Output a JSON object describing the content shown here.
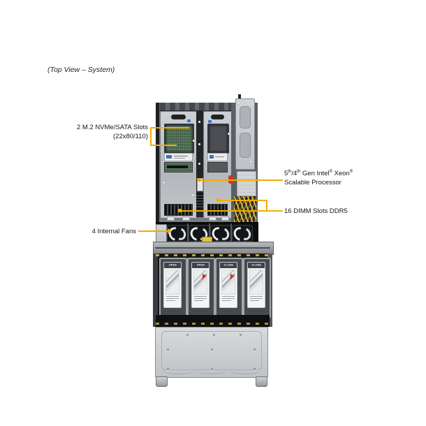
{
  "caption": "(Top View – System)",
  "accent_color": "#EFAE00",
  "labels": {
    "m2_line1": "2 M.2 NVMe/SATA Slots",
    "m2_line2": "(22x80/110)",
    "processor_line1_segments": [
      {
        "text": "5"
      },
      {
        "text": "th",
        "sup": true
      },
      {
        "text": "/4"
      },
      {
        "text": "th",
        "sup": true
      },
      {
        "text": " Gen Intel"
      },
      {
        "text": "®",
        "sup": true
      },
      {
        "text": " Xeon"
      },
      {
        "text": "®",
        "sup": true
      }
    ],
    "processor_line2": "Scalable Processor",
    "dimm": "16 DIMM Slots DDR5",
    "fans": "4 Internal  Fans"
  },
  "chassis": {
    "fan_count": 4,
    "drive_trays": [
      {
        "sticker_title": "OPEN",
        "red_arrow": false
      },
      {
        "sticker_title": "OPEN",
        "red_arrow": true
      },
      {
        "sticker_title": "CLOSE",
        "red_arrow": true
      },
      {
        "sticker_title": "CLOSE",
        "red_arrow": false
      }
    ],
    "colors": {
      "pcb_green": "#4e6f52",
      "metal_light": "#c9cdd1",
      "metal_mid": "#8d9196",
      "chassis_dark": "#1b1d20",
      "cable_red": "#c5392b",
      "clip_blue": "#3f6fc8",
      "sticker_yellow": "#e3c43c"
    }
  }
}
